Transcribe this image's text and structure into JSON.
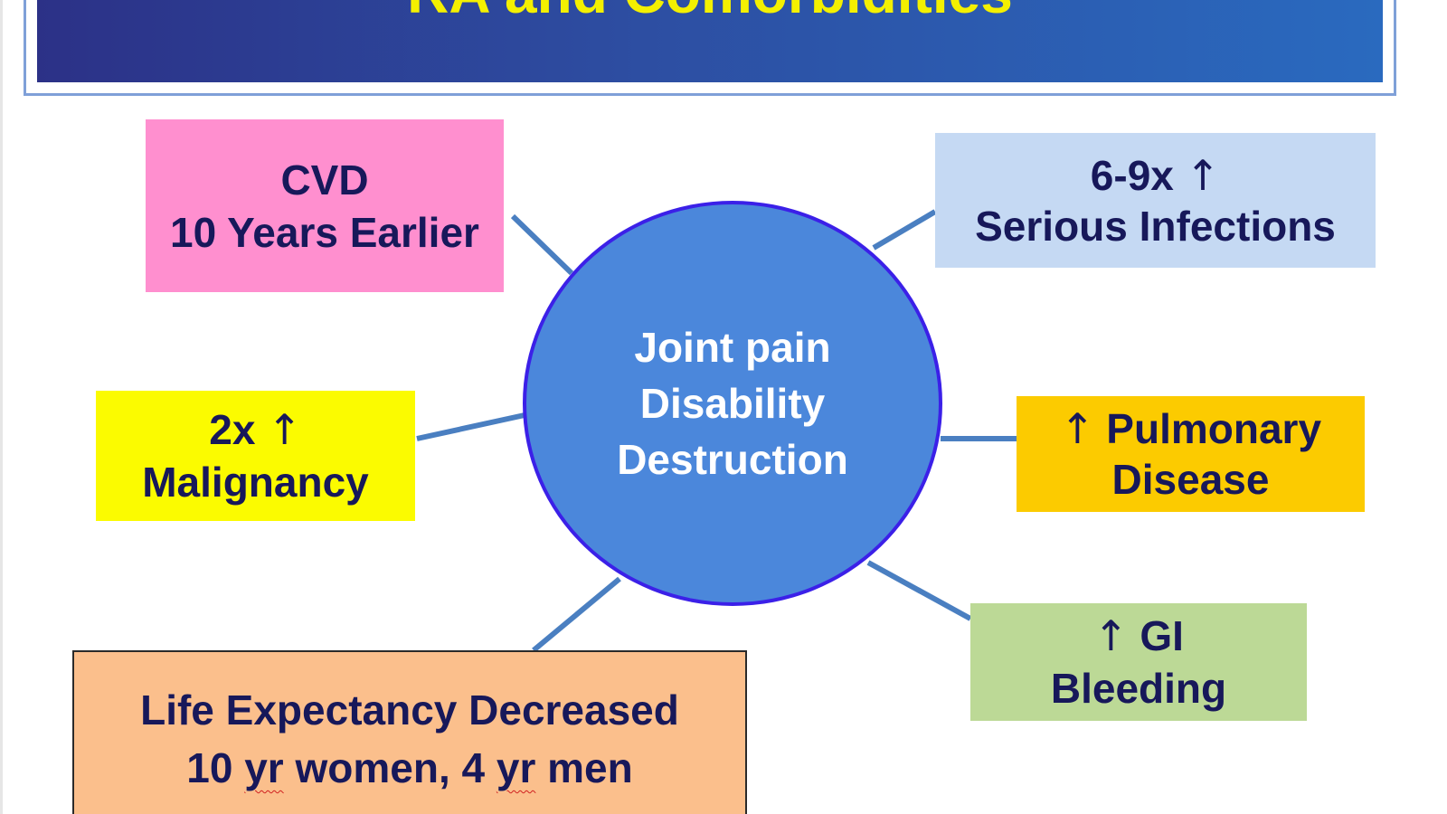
{
  "title": "RA and Comorbidities",
  "hub": {
    "lines": [
      "Joint pain",
      "Disability",
      "Destruction"
    ]
  },
  "boxes": {
    "cvd": {
      "line1": "CVD",
      "line2": "10 Years Earlier"
    },
    "infections": {
      "line1_prefix": "6-9x ",
      "arrow": "↑",
      "line2": "Serious Infections"
    },
    "malignancy": {
      "line1_prefix": "2x ",
      "arrow": "↑",
      "line2": "Malignancy"
    },
    "pulmonary": {
      "arrow": "↑",
      "line1_suffix": " Pulmonary",
      "line2": "Disease"
    },
    "gi": {
      "arrow": "↑",
      "line1_suffix": " GI",
      "line2": "Bleeding"
    },
    "life": {
      "line1": "Life Expectancy Decreased",
      "line2_a": "10 ",
      "line2_b": "yr",
      "line2_c": " women, 4 ",
      "line2_d": "yr",
      "line2_e": " men"
    }
  },
  "colors": {
    "title_text": "#f4f000",
    "hub_fill": "#4b87db",
    "hub_border": "#3b20e8",
    "connector": "#4a7fc1",
    "cvd": "#ff8fcf",
    "infections": "#c5d9f3",
    "malignancy": "#fbfb00",
    "pulmonary": "#fccb00",
    "gi": "#bcd996",
    "life": "#fbbf8c"
  }
}
